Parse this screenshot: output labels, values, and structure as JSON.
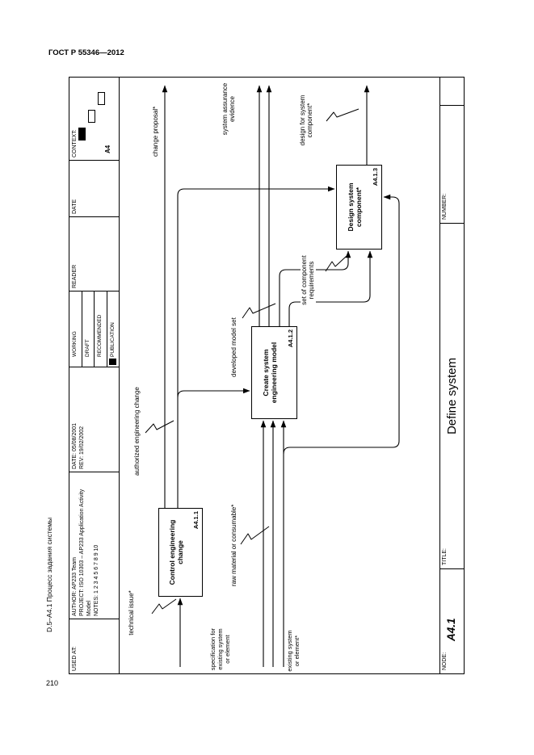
{
  "page": {
    "standard": "ГОСТ Р 55346—2012",
    "caption": "D.5–A4.1 Процесс задания системы",
    "number": "210"
  },
  "sheet": {
    "header": {
      "used_at": "USED AT:",
      "author": "AUTHOR: AP233 Team",
      "project": "PROJECT: ISO 10303 – AP233 Application Activity Model",
      "notes": "NOTES: 1 2 3 4 5 6 7 8 9 10",
      "date": "DATE: 05/08/2001",
      "rev": "REV: 19/02/2002",
      "status_rows": [
        "WORKING",
        "DRAFT",
        "RECOMMENDED",
        "PUBLICATION"
      ],
      "status_marked": "PUBLICATION",
      "reader": "READER",
      "date_col": "DATE",
      "context": "CONTEXT:",
      "context_node": "A4"
    },
    "footer": {
      "node_label": "NODE:",
      "node": "A4.1",
      "title_label": "TITLE:",
      "title": "Define system",
      "number_label": "NUMBER:"
    }
  },
  "diagram": {
    "boxes": [
      {
        "label": "Control engineering change",
        "id": "A4.1.1"
      },
      {
        "label": "Create system engineering model",
        "id": "A4.1.2"
      },
      {
        "label": "Design system component*",
        "id": "A4.1.3"
      }
    ],
    "labels": {
      "technical_issue": "technical issue*",
      "change_proposal": "change proposal*",
      "authorized_engineering_change": "authorized engineering change",
      "system_assurance_evidence": "system assurance evidence",
      "developed_model_set": "developed model set",
      "set_of_component_requirements": "set of component requirements",
      "raw_material": "raw material or consumable*",
      "specification_existing": "specification for existing system or element",
      "existing_system": "existing system or element*",
      "design_for_system_component": "design for system component*"
    }
  }
}
